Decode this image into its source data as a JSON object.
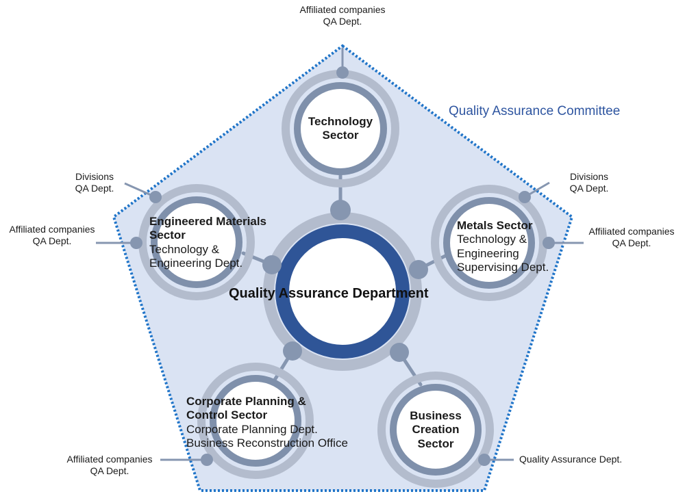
{
  "committee": "Quality Assurance Committee",
  "center": "Quality Assurance Department",
  "sectors": {
    "technology": {
      "title": [
        "Technology",
        "Sector"
      ],
      "subs": []
    },
    "engineered": {
      "title": [
        "Engineered Materials",
        "Sector"
      ],
      "subs": [
        "Technology &",
        "Engineering Dept."
      ]
    },
    "metals": {
      "title": [
        "Metals Sector"
      ],
      "subs": [
        "Technology &",
        "Engineering",
        "Supervising Dept."
      ]
    },
    "corporate": {
      "title": [
        "Corporate Planning &",
        "Control Sector"
      ],
      "subs": [
        "Corporate Planning Dept.",
        "Business Reconstruction Office"
      ]
    },
    "business": {
      "title": [
        "Business",
        "Creation",
        "Sector"
      ],
      "subs": []
    }
  },
  "external": {
    "top": [
      "Affiliated companies",
      "QA Dept."
    ],
    "left_divisions": [
      "Divisions",
      "QA Dept."
    ],
    "left_affiliated": [
      "Affiliated companies",
      "QA Dept."
    ],
    "right_divisions": [
      "Divisions",
      "QA Dept."
    ],
    "right_affiliated": [
      "Affiliated companies",
      "QA Dept."
    ],
    "bottom_left": [
      "Affiliated companies",
      "QA Dept."
    ],
    "bottom_right": [
      "Quality Assurance Dept."
    ]
  },
  "colors": {
    "pentagon_fill": "#dae3f3",
    "pentagon_border": "#1f74c8",
    "ring_outer": "#b3bccd",
    "ring_inner": "#7f90ab",
    "center_ring": "#2f5597",
    "connector": "#8696b0",
    "committee_text": "#2e55a0"
  }
}
